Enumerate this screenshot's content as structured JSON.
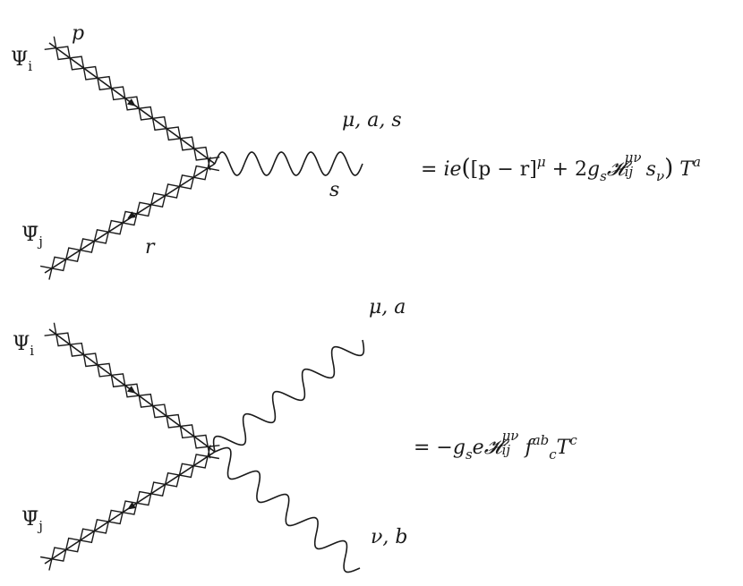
{
  "stroke_color": "#1a1a1a",
  "vertex1": {
    "psi_in": {
      "symbol": "Ψ",
      "index": "i"
    },
    "psi_out": {
      "symbol": "Ψ̄",
      "index": "j"
    },
    "momentum_in": "p",
    "momentum_out": "r",
    "boson_labels": "μ, a, s",
    "boson_momentum": "s",
    "rule": {
      "eq": "=",
      "ie": "ie",
      "bracket": "[p − r]",
      "mu": "μ",
      "plus": " + 2",
      "gs": "g",
      "s_sub": "s",
      "H": "𝓗",
      "ij": "ij",
      "munu": "μν",
      "s": "s",
      "nu": "ν",
      "T": "T",
      "a": "a"
    }
  },
  "vertex2": {
    "psi_in": {
      "symbol": "Ψ",
      "index": "i"
    },
    "psi_out": {
      "symbol": "Ψ̄",
      "index": "j"
    },
    "boson1_labels": "μ, a",
    "boson2_labels": "ν, b",
    "rule": {
      "eq": "= −",
      "g": "g",
      "s_sub": "s",
      "e": "e",
      "H": "𝓗",
      "ij": "ij",
      "munu": "μν",
      "f": "f",
      "ab": "ab",
      "c_sub": "c",
      "T": "T",
      "c_sup": "c"
    }
  }
}
